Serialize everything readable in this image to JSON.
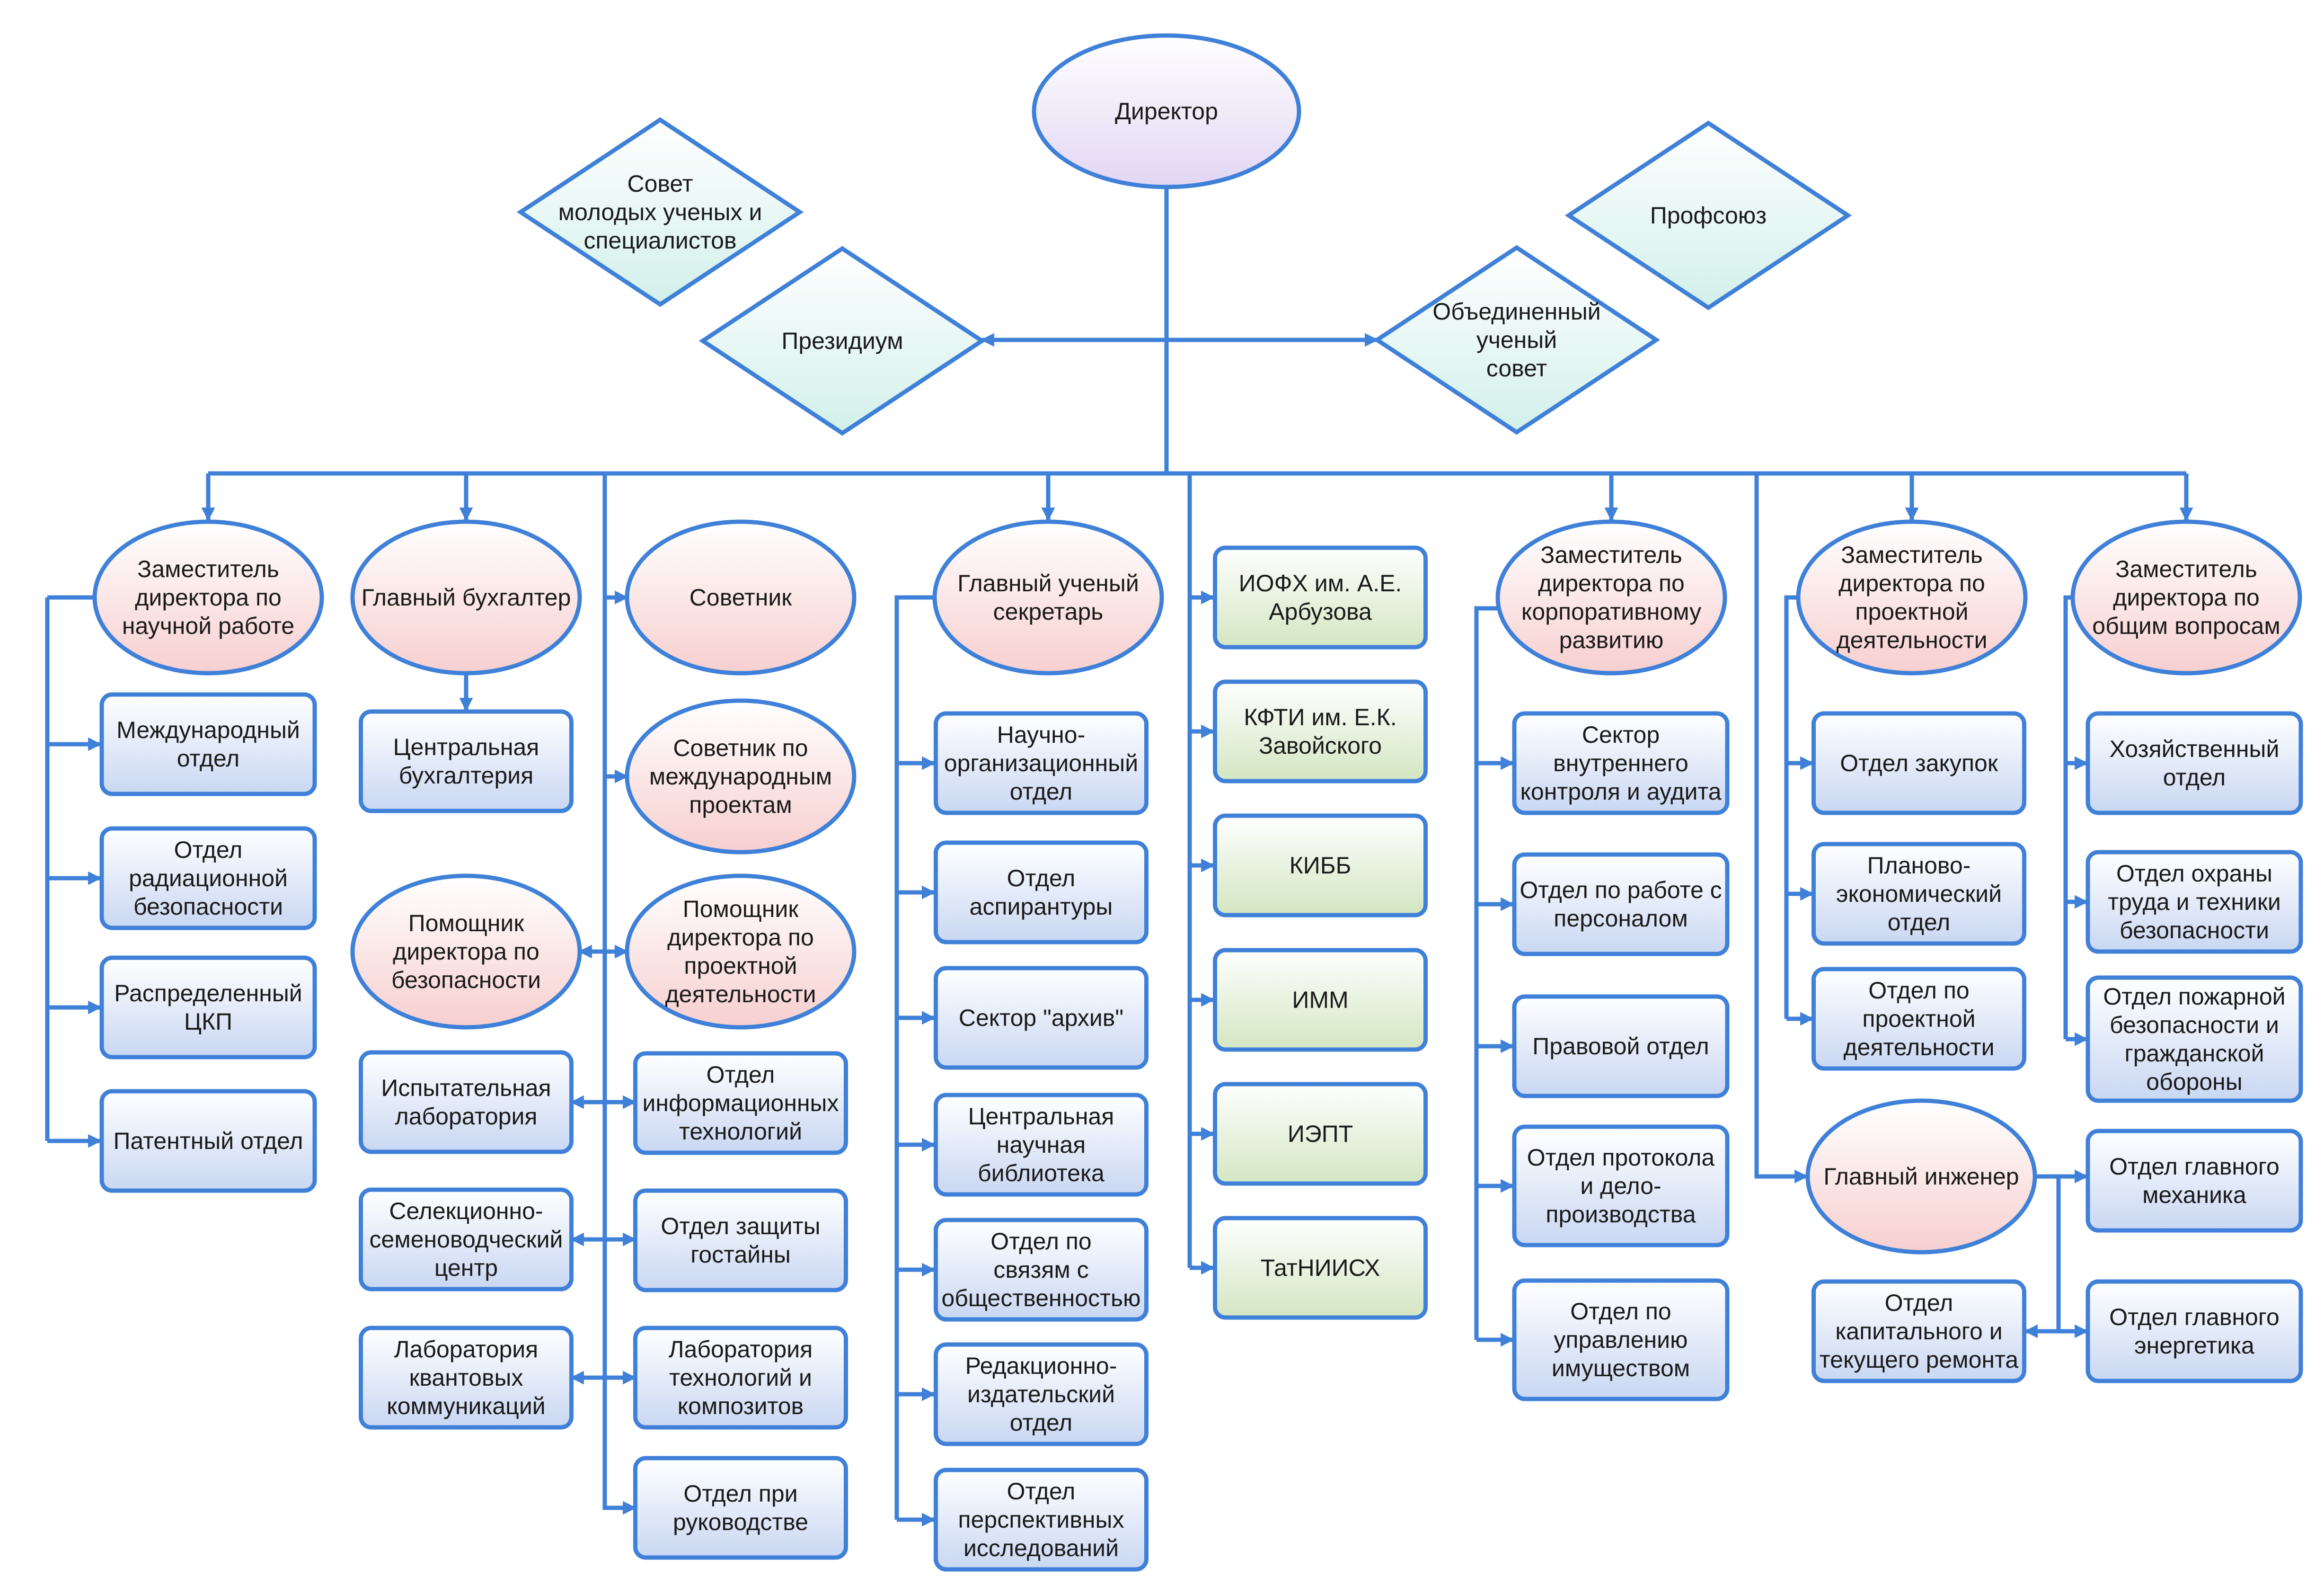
{
  "nodes": [
    {
      "id": "director",
      "kind": "top",
      "lines": [
        "Директор"
      ]
    },
    {
      "id": "council-young",
      "kind": "diamond",
      "lines": [
        "Совет",
        "молодых ученых и",
        "специалистов"
      ]
    },
    {
      "id": "presidium",
      "kind": "diamond",
      "lines": [
        "Президиум"
      ]
    },
    {
      "id": "profsoyuz",
      "kind": "diamond",
      "lines": [
        "Профсоюз"
      ]
    },
    {
      "id": "united-council",
      "kind": "diamond",
      "lines": [
        "Объединенный",
        "ученый",
        "совет"
      ]
    },
    {
      "id": "dep-science",
      "kind": "ellipse",
      "lines": [
        "Заместитель",
        "директора по",
        "научной работе"
      ]
    },
    {
      "id": "chief-accountant",
      "kind": "ellipse",
      "lines": [
        "Главный бухгалтер"
      ]
    },
    {
      "id": "advisor",
      "kind": "ellipse",
      "lines": [
        "Советник"
      ]
    },
    {
      "id": "chief-secretary",
      "kind": "ellipse",
      "lines": [
        "Главный ученый",
        "секретарь"
      ]
    },
    {
      "id": "dep-corporate",
      "kind": "ellipse",
      "lines": [
        "Заместитель",
        "директора по",
        "корпоративному",
        "развитию"
      ]
    },
    {
      "id": "dep-project",
      "kind": "ellipse",
      "lines": [
        "Заместитель",
        "директора по",
        "проектной",
        "деятельности"
      ]
    },
    {
      "id": "dep-general",
      "kind": "ellipse",
      "lines": [
        "Заместитель",
        "директора по",
        "общим вопросам"
      ]
    },
    {
      "id": "advisor-intl",
      "kind": "ellipse",
      "lines": [
        "Советник по",
        "международным",
        "проектам"
      ]
    },
    {
      "id": "assistant-security",
      "kind": "ellipse",
      "lines": [
        "Помощник",
        "директора по",
        "безопасности"
      ]
    },
    {
      "id": "assistant-project",
      "kind": "ellipse",
      "lines": [
        "Помощник",
        "директора по",
        "проектной",
        "деятельности"
      ]
    },
    {
      "id": "chief-engineer",
      "kind": "ellipse",
      "lines": [
        "Главный инженер"
      ]
    },
    {
      "id": "intl-dept",
      "kind": "box",
      "lines": [
        "Международный",
        "отдел"
      ]
    },
    {
      "id": "radiation-dept",
      "kind": "box",
      "lines": [
        "Отдел",
        "радиационной",
        "безопасности"
      ]
    },
    {
      "id": "distributed-ckp",
      "kind": "box",
      "lines": [
        "Распределенный",
        "ЦКП"
      ]
    },
    {
      "id": "patent-dept",
      "kind": "box",
      "lines": [
        "Патентный отдел"
      ]
    },
    {
      "id": "central-accounting",
      "kind": "box",
      "lines": [
        "Центральная",
        "бухгалтерия"
      ]
    },
    {
      "id": "test-lab",
      "kind": "box",
      "lines": [
        "Испытательная",
        "лаборатория"
      ]
    },
    {
      "id": "seed-center",
      "kind": "box",
      "lines": [
        "Селекционно-",
        "семеноводческий",
        "центр"
      ]
    },
    {
      "id": "quantum-lab",
      "kind": "box",
      "lines": [
        "Лаборатория",
        "квантовых",
        "коммуникаций"
      ]
    },
    {
      "id": "it-dept",
      "kind": "box",
      "lines": [
        "Отдел",
        "информационных",
        "технологий"
      ]
    },
    {
      "id": "hotel-dept",
      "kind": "box",
      "lines": [
        "Отдел защиты",
        "гостайны"
      ]
    },
    {
      "id": "composites-lab",
      "kind": "box",
      "lines": [
        "Лаборатория",
        "технологий и",
        "композитов"
      ]
    },
    {
      "id": "management-dept",
      "kind": "box",
      "lines": [
        "Отдел при",
        "руководстве"
      ]
    },
    {
      "id": "sci-org-dept",
      "kind": "box",
      "lines": [
        "Научно-",
        "организационный",
        "отдел"
      ]
    },
    {
      "id": "postgrad-dept",
      "kind": "box",
      "lines": [
        "Отдел",
        "аспирантуры"
      ]
    },
    {
      "id": "archive-sector",
      "kind": "box",
      "lines": [
        "Сектор \"архив\""
      ]
    },
    {
      "id": "central-library",
      "kind": "box",
      "lines": [
        "Центральная",
        "научная",
        "библиотека"
      ]
    },
    {
      "id": "public-relations",
      "kind": "box",
      "lines": [
        "Отдел по",
        "связям с",
        "общественностью"
      ]
    },
    {
      "id": "publishing-dept",
      "kind": "box",
      "lines": [
        "Редакционно-",
        "издательский",
        "отдел"
      ]
    },
    {
      "id": "prospective-dept",
      "kind": "box",
      "lines": [
        "Отдел",
        "перспективных",
        "исследований"
      ]
    },
    {
      "id": "iofh",
      "kind": "green",
      "lines": [
        "ИОФХ им. А.Е.",
        "Арбузова"
      ]
    },
    {
      "id": "kfti",
      "kind": "green",
      "lines": [
        "КФТИ им. Е.К.",
        "Завойского"
      ]
    },
    {
      "id": "kibb",
      "kind": "green",
      "lines": [
        "КИББ"
      ]
    },
    {
      "id": "imm",
      "kind": "green",
      "lines": [
        "ИММ"
      ]
    },
    {
      "id": "iept",
      "kind": "green",
      "lines": [
        "ИЭПТ"
      ]
    },
    {
      "id": "tatniish",
      "kind": "green",
      "lines": [
        "ТатНИИСХ"
      ]
    },
    {
      "id": "audit-sector",
      "kind": "box",
      "lines": [
        "Сектор",
        "внутреннего",
        "контроля и аудита"
      ]
    },
    {
      "id": "hr-dept",
      "kind": "box",
      "lines": [
        "Отдел по работе с",
        "персоналом"
      ]
    },
    {
      "id": "legal-dept",
      "kind": "box",
      "lines": [
        "Правовой отдел"
      ]
    },
    {
      "id": "protocol-dept",
      "kind": "box",
      "lines": [
        "Отдел протокола",
        "и  дело-",
        "производства"
      ]
    },
    {
      "id": "property-dept",
      "kind": "box",
      "lines": [
        "Отдел по",
        "управлению",
        "имуществом"
      ]
    },
    {
      "id": "procurement-dept",
      "kind": "box",
      "lines": [
        "Отдел закупок"
      ]
    },
    {
      "id": "planning-dept",
      "kind": "box",
      "lines": [
        "Планово-",
        "экономический",
        "отдел"
      ]
    },
    {
      "id": "project-dept",
      "kind": "box",
      "lines": [
        "Отдел по",
        "проектной",
        "деятельности"
      ]
    },
    {
      "id": "repair-dept",
      "kind": "box",
      "lines": [
        "Отдел",
        "капитального и",
        "текущего ремонта"
      ]
    },
    {
      "id": "household-dept",
      "kind": "box",
      "lines": [
        "Хозяйственный",
        "отдел"
      ]
    },
    {
      "id": "labor-safety-dept",
      "kind": "box",
      "lines": [
        "Отдел охраны",
        "труда и техники",
        "безопасности"
      ]
    },
    {
      "id": "fire-safety-dept",
      "kind": "box",
      "lines": [
        "Отдел пожарной",
        "безопасности и",
        "гражданской",
        "обороны"
      ]
    },
    {
      "id": "chief-mechanic-dept",
      "kind": "box",
      "lines": [
        "Отдел главного",
        "механика"
      ]
    },
    {
      "id": "chief-power-dept",
      "kind": "box",
      "lines": [
        "Отдел главного",
        "энергетика"
      ]
    }
  ]
}
